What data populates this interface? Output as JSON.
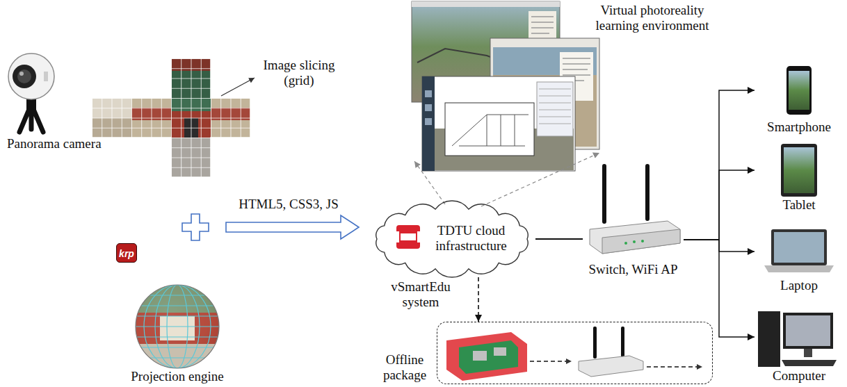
{
  "diagram": {
    "nodes": [
      {
        "text": [
          "Virtual photoreality learning environment"
        ]
      },
      {
        "text": [
          "TDTU cloud infrastructure",
          "vSmartEdu system"
        ]
      },
      {
        "text": [
          "Switch, WiFi AP"
        ]
      },
      {
        "text": [
          "Smartphone"
        ]
      },
      {
        "text": [
          "Tablet"
        ]
      },
      {
        "text": [
          "Laptop"
        ]
      },
      {
        "text": [
          "Computer"
        ]
      },
      {
        "text": [
          "Offline package"
        ]
      }
    ],
    "edges": [
      {
        "from": 1,
        "to": 0,
        "arrow": "to"
      },
      {
        "from": 1,
        "to": 2,
        "arrow": "none"
      },
      {
        "from": 2,
        "to": 3,
        "arrow": "to"
      },
      {
        "from": 2,
        "to": 4,
        "arrow": "to"
      },
      {
        "from": 2,
        "to": 5,
        "arrow": "to"
      },
      {
        "from": 2,
        "to": 6,
        "arrow": "to"
      },
      {
        "from": 1,
        "to": 7,
        "arrow": "to"
      }
    ],
    "labels": [
      "Panorama camera",
      "Image slicing (grid)",
      "HTML5, CSS3, JS",
      "krp",
      "Projection engine"
    ]
  }
}
